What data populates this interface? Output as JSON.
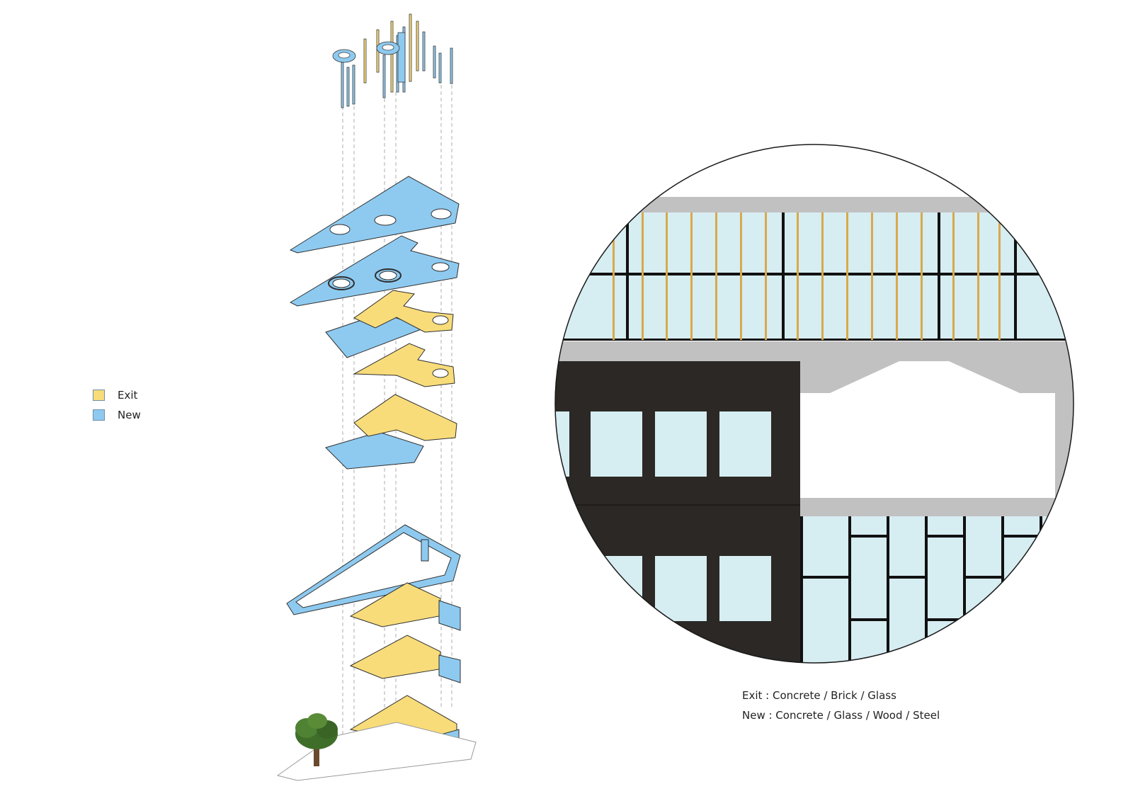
{
  "legend": {
    "items": [
      {
        "label": "Exit",
        "color": "#f8dc7a"
      },
      {
        "label": "New",
        "color": "#8ecaf0"
      }
    ]
  },
  "materials": {
    "exit_line": "Exit : Concrete / Brick / Glass",
    "new_line": "New : Concrete / Glass / Wood / Steel"
  },
  "colors": {
    "exit": "#f8dc7a",
    "new": "#8ecaf0",
    "glass": "#d6edf2",
    "brick": "#2b2825",
    "concrete": "#c1c1c1",
    "wood": "#d9a94a",
    "steel": "#111111"
  }
}
